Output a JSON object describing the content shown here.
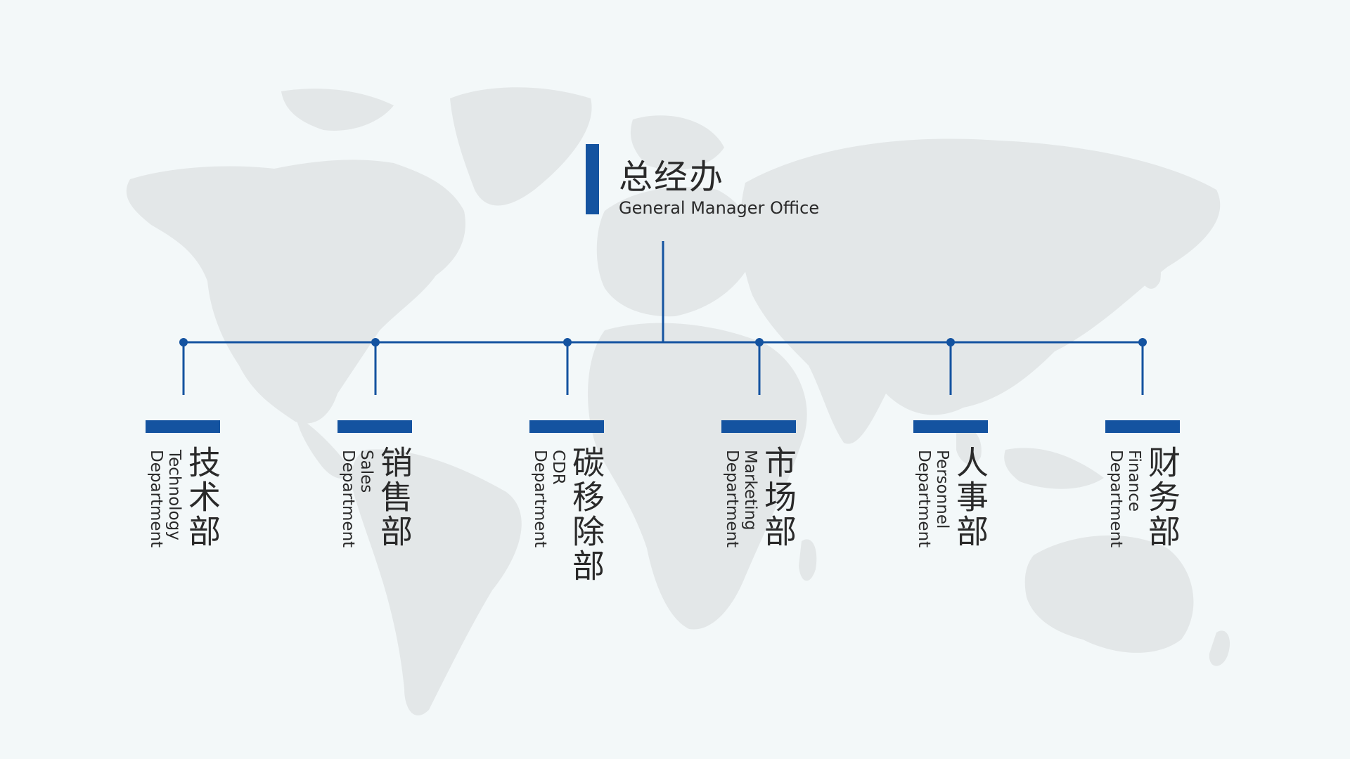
{
  "colors": {
    "accent": "#1453a0",
    "background": "#f3f8f9",
    "map": "#e3e7e8",
    "text": "#2a2a2a"
  },
  "head": {
    "zh": "总经办",
    "en": "General Manager Office"
  },
  "departments": [
    {
      "zh": "技术部",
      "en": "Technology\nDepartment"
    },
    {
      "zh": "销售部",
      "en": "Sales\nDepartment"
    },
    {
      "zh": "碳移除部",
      "en": "CDR\nDepartment"
    },
    {
      "zh": "市场部",
      "en": "Marketing\nDepartment"
    },
    {
      "zh": "人事部",
      "en": "Personnel\nDepartment"
    },
    {
      "zh": "财务部",
      "en": "Finance\nDepartment"
    }
  ]
}
